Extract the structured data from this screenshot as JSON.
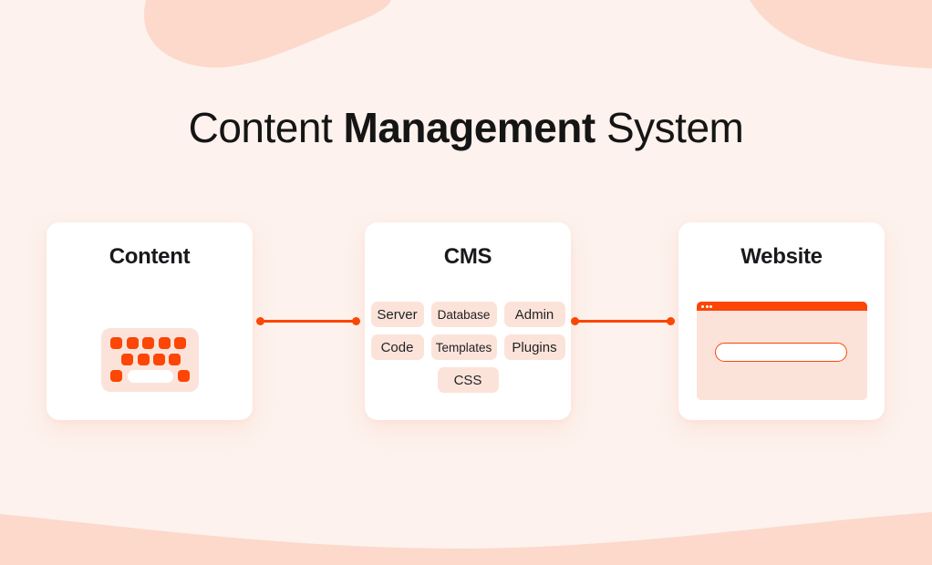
{
  "title": {
    "prefix": "Content",
    "emphasis": "Management",
    "suffix": "System"
  },
  "cards": {
    "content": {
      "title": "Content",
      "icon": "keyboard-icon"
    },
    "cms": {
      "title": "CMS",
      "chips": [
        "Server",
        "Database",
        "Admin",
        "Code",
        "Templates",
        "Plugins",
        "CSS"
      ]
    },
    "website": {
      "title": "Website",
      "icon": "browser-window-icon"
    }
  },
  "colors": {
    "accent": "#FB4605",
    "background": "#FDF2ED",
    "blob": "#FCD9CB",
    "card": "#FFFFFF",
    "chip_bg": "#FCE3DA",
    "text": "#151515"
  }
}
